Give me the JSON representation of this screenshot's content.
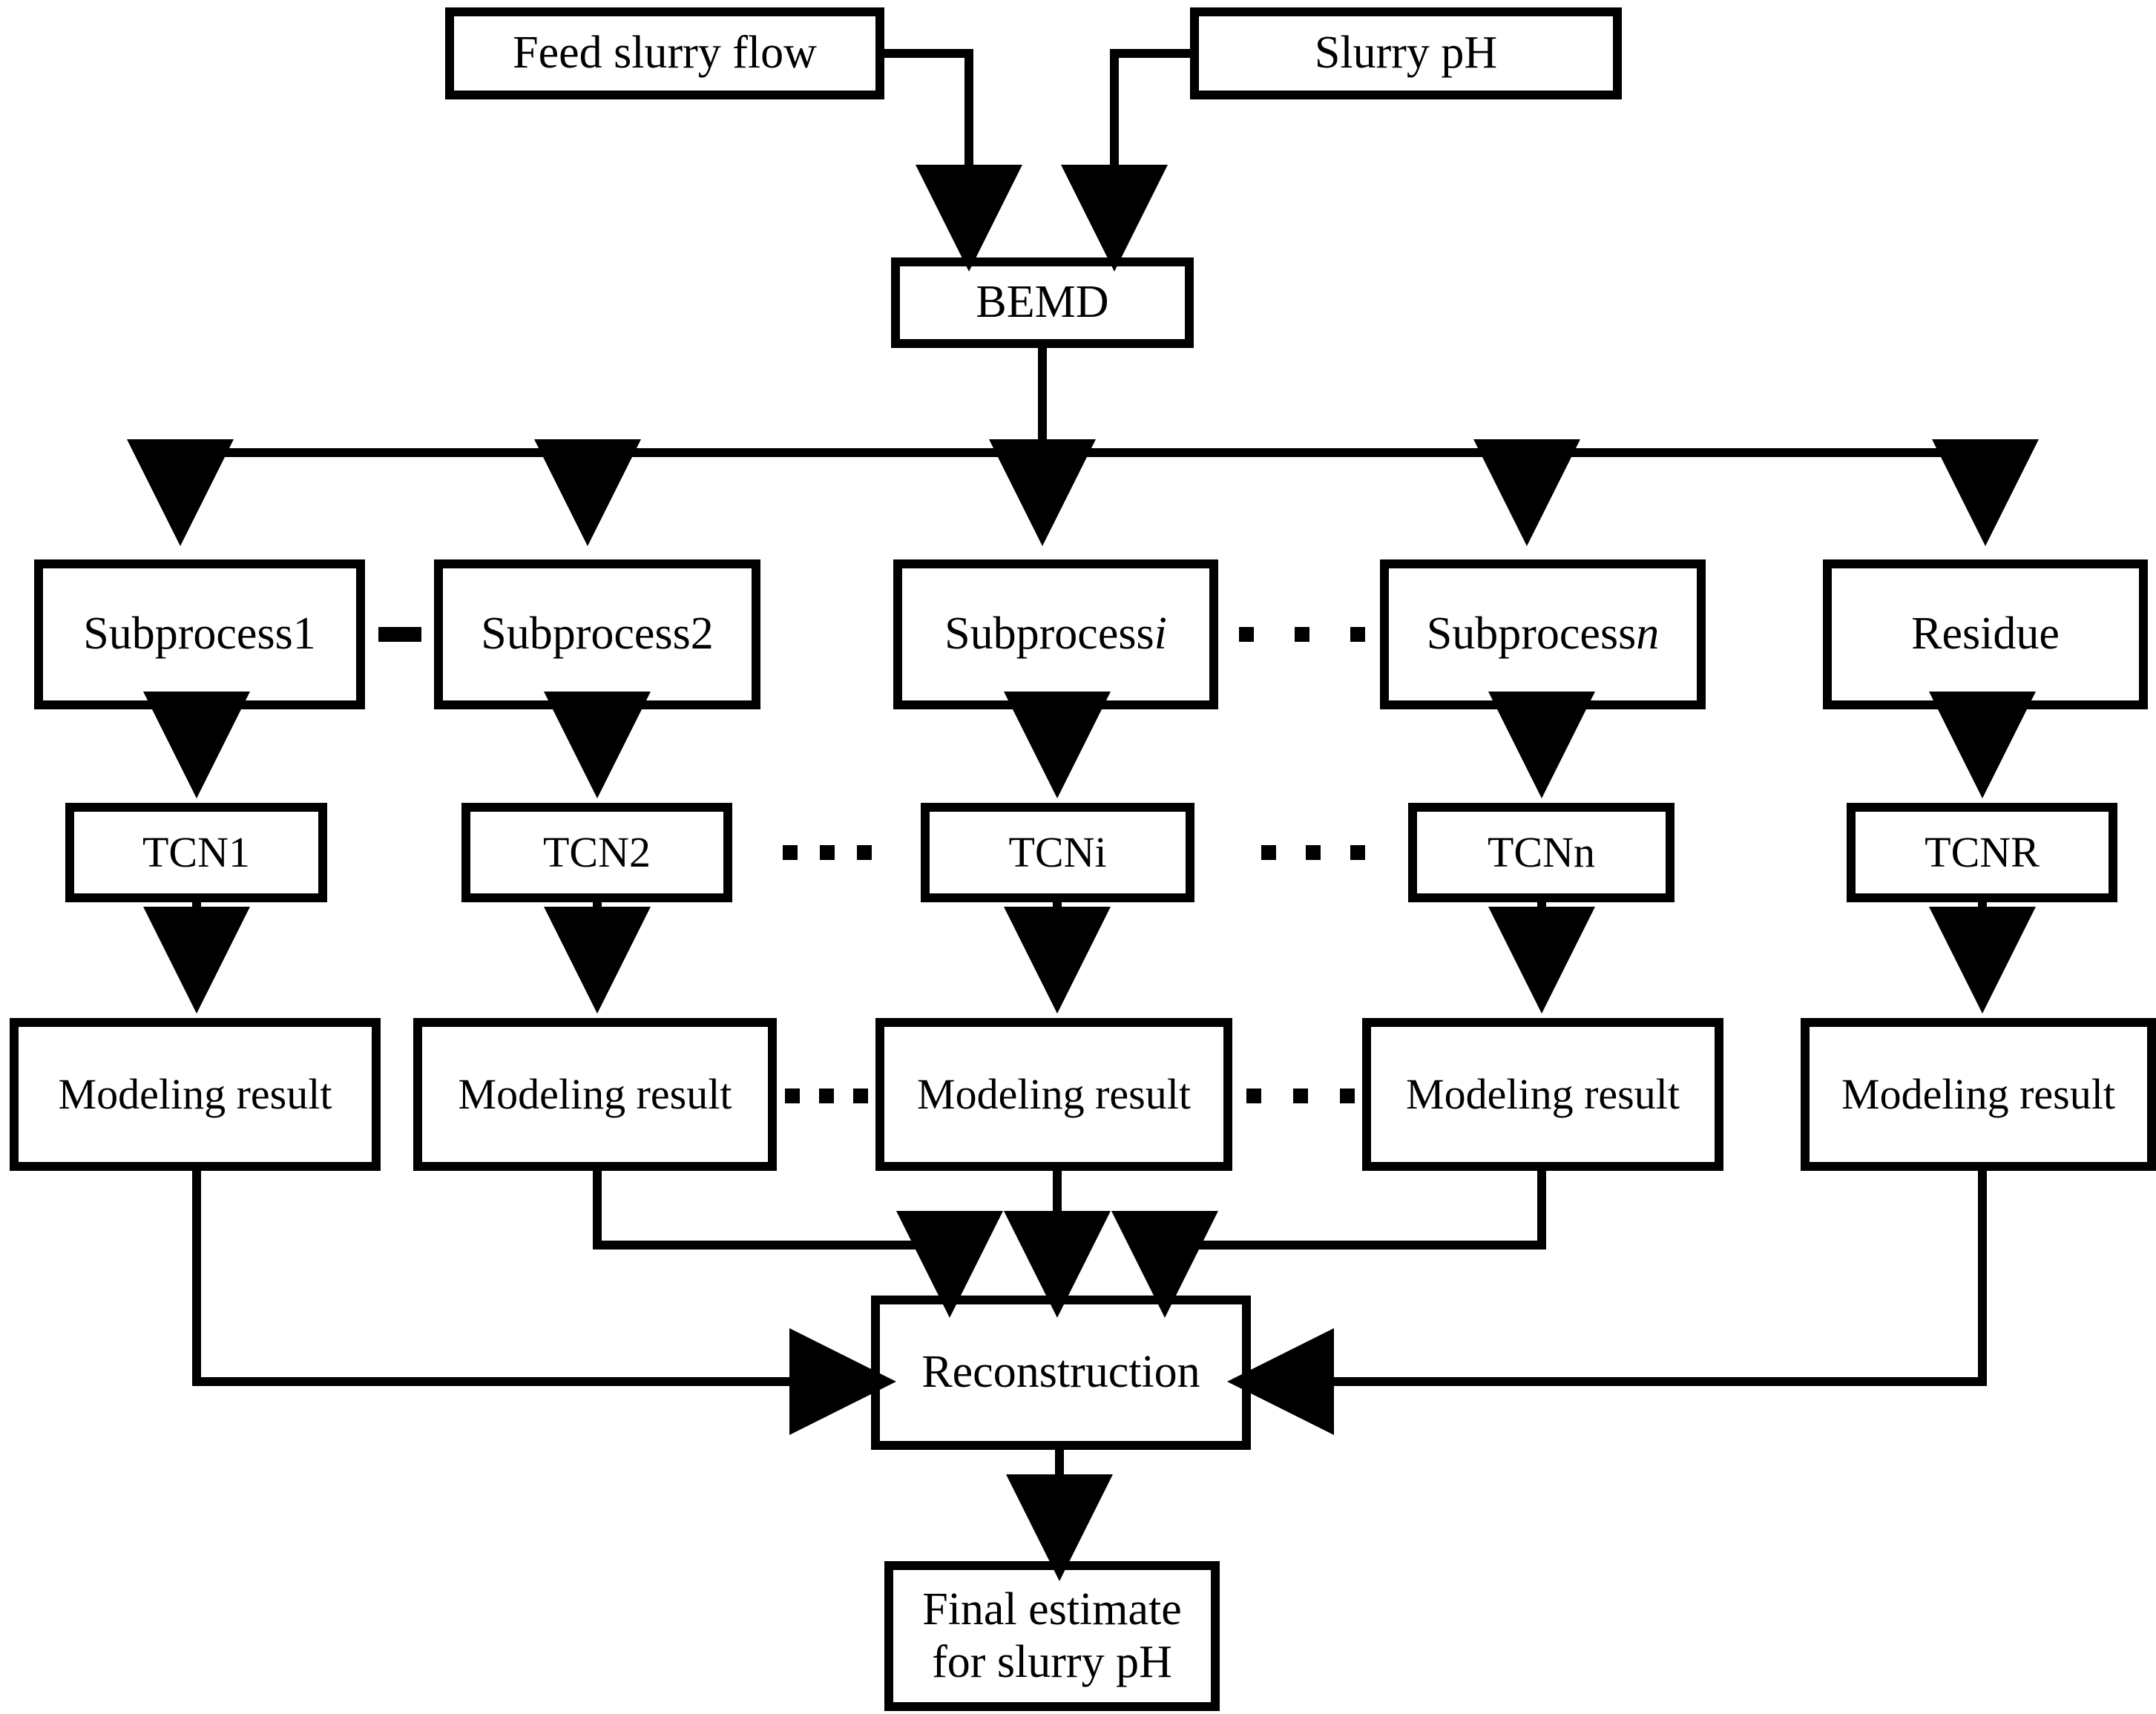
{
  "diagram": {
    "title": "BEMD-TCN slurry pH soft sensor flowchart",
    "stroke_color": "#000000",
    "fill_color": "#ffffff",
    "background": "#ffffff"
  },
  "inputs": [
    {
      "id": "feed-slurry-flow",
      "label": "Feed slurry flow"
    },
    {
      "id": "slurry-ph",
      "label": "Slurry pH"
    }
  ],
  "decomposition": {
    "id": "bemd",
    "label": "BEMD"
  },
  "subprocesses": [
    {
      "id": "subprocess-1",
      "label": "Subprocess ",
      "suffix": "1",
      "suffix_italic": false
    },
    {
      "id": "subprocess-2",
      "label": "Subprocess ",
      "suffix": "2",
      "suffix_italic": false
    },
    {
      "id": "subprocess-i",
      "label": "Subprocess ",
      "suffix": "i",
      "suffix_italic": true
    },
    {
      "id": "subprocess-n",
      "label": "Subprocess ",
      "suffix": "n",
      "suffix_italic": true
    },
    {
      "id": "residue",
      "label": "Residue",
      "suffix": "",
      "suffix_italic": false
    }
  ],
  "models": [
    {
      "id": "tcn-1",
      "label": "TCN1"
    },
    {
      "id": "tcn-2",
      "label": "TCN2"
    },
    {
      "id": "tcn-i",
      "label": "TCNi"
    },
    {
      "id": "tcn-n",
      "label": "TCNn"
    },
    {
      "id": "tcn-r",
      "label": "TCNR"
    }
  ],
  "results": [
    {
      "id": "modeling-result-1",
      "label": "Modeling result"
    },
    {
      "id": "modeling-result-2",
      "label": "Modeling result"
    },
    {
      "id": "modeling-result-i",
      "label": "Modeling result"
    },
    {
      "id": "modeling-result-n",
      "label": "Modeling result"
    },
    {
      "id": "modeling-result-r",
      "label": "Modeling result"
    }
  ],
  "reconstruction": {
    "id": "reconstruction",
    "label": "Reconstruction"
  },
  "output": {
    "id": "final-estimate",
    "line1": "Final estimate",
    "line2": "for slurry pH"
  },
  "ellipses": [
    {
      "id": "ellipsis-subprocess-left",
      "dots": 3
    },
    {
      "id": "ellipsis-subprocess-right",
      "dots": 3
    },
    {
      "id": "ellipsis-tcn-left",
      "dots": 3
    },
    {
      "id": "ellipsis-tcn-right",
      "dots": 3
    },
    {
      "id": "ellipsis-result-left",
      "dots": 3
    },
    {
      "id": "ellipsis-result-right",
      "dots": 3
    }
  ]
}
